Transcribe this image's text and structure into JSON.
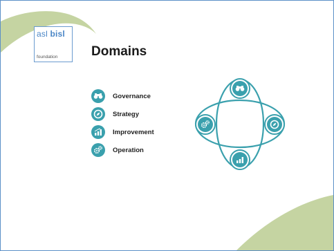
{
  "logo": {
    "name_prefix": "asl ",
    "name_bold": "bisl",
    "tagline": "foundation"
  },
  "title": "Domains",
  "legend": [
    {
      "label": "Governance",
      "icon": "binoculars-icon"
    },
    {
      "label": "Strategy",
      "icon": "compass-icon"
    },
    {
      "label": "Improvement",
      "icon": "growth-chart-icon"
    },
    {
      "label": "Operation",
      "icon": "gears-icon"
    }
  ],
  "colors": {
    "accent": "#3aa0ad",
    "swoosh": "#c5d4a2",
    "border": "#5b8fc7",
    "logo_text": "#4a86c6"
  }
}
